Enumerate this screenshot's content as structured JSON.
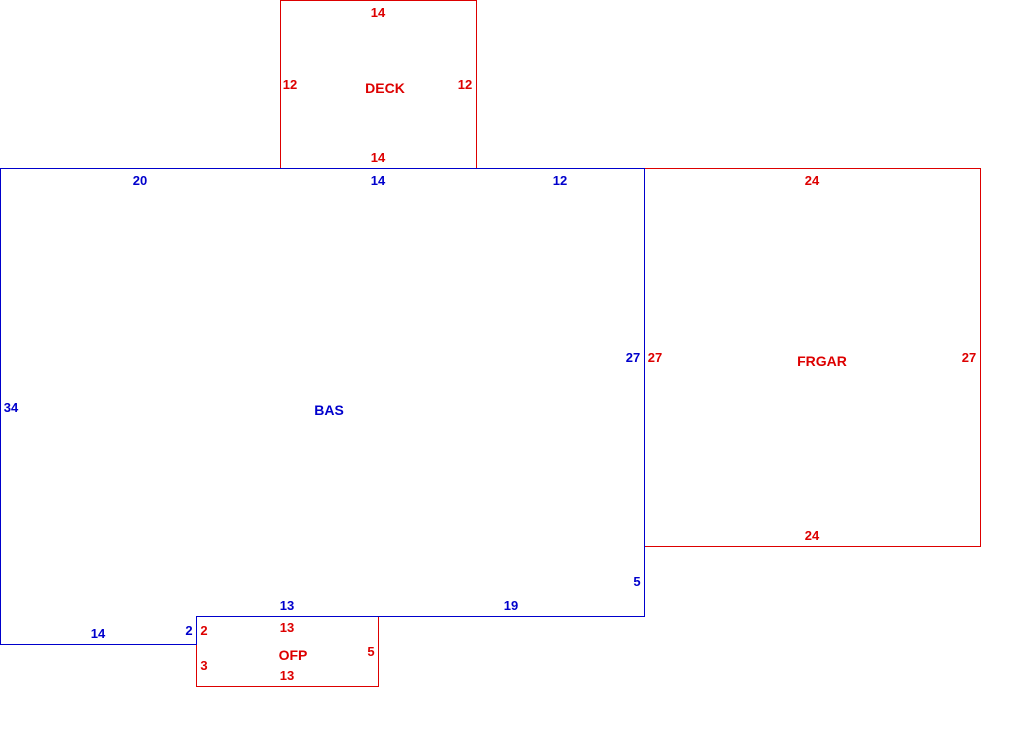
{
  "colors": {
    "blue": "#0000cc",
    "red": "#dd0000"
  },
  "areas": {
    "deck": {
      "label": "DECK",
      "dims": {
        "top": "14",
        "left": "12",
        "right": "12",
        "bottom": "14"
      }
    },
    "bas": {
      "label": "BAS",
      "dims": {
        "top_left": "20",
        "top_mid": "14",
        "top_right": "12",
        "right": "27",
        "left": "34",
        "right_lower": "5",
        "bottom_right": "19",
        "bottom_mid": "13",
        "step": "2",
        "bottom_left": "14"
      }
    },
    "frgar": {
      "label": "FRGAR",
      "dims": {
        "top": "24",
        "left": "27",
        "right": "27",
        "bottom": "24"
      }
    },
    "ofp": {
      "label": "OFP",
      "dims": {
        "top": "13",
        "left_top": "2",
        "left_bottom": "3",
        "right": "5",
        "bottom": "13"
      }
    }
  }
}
